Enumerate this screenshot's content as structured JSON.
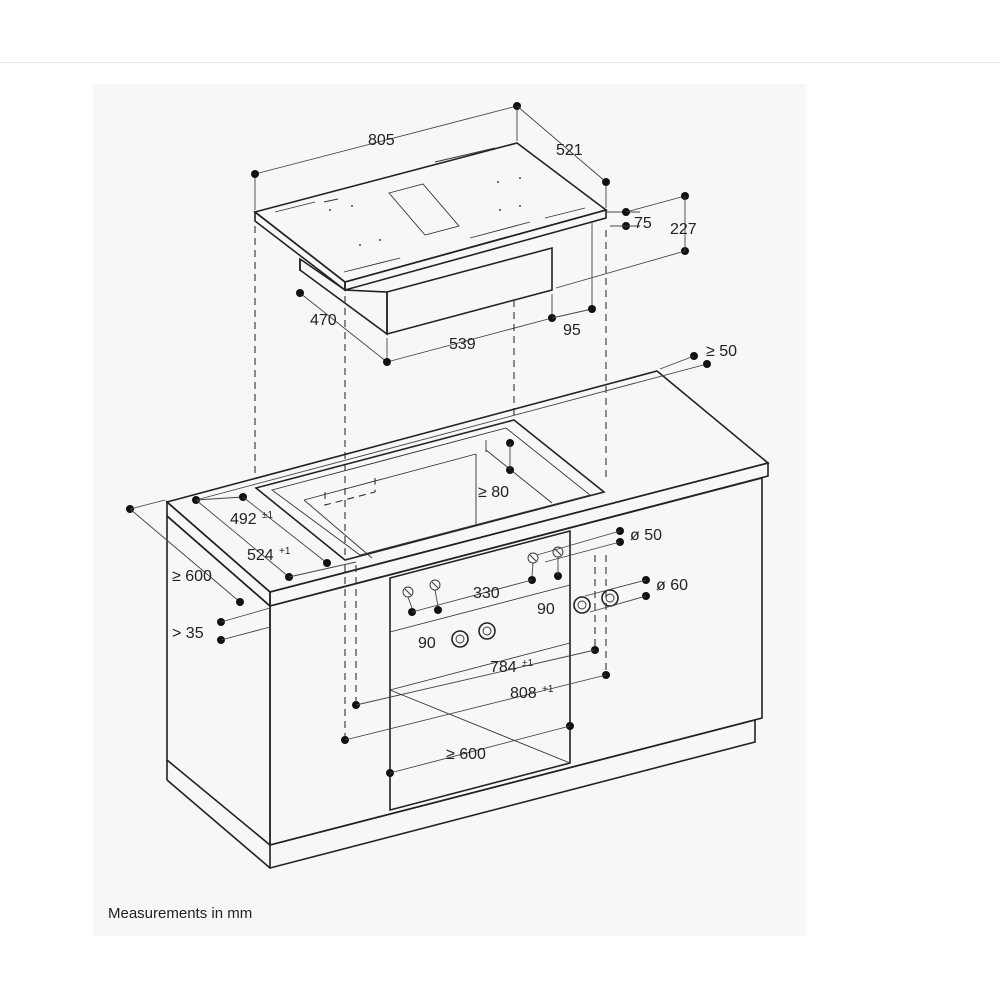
{
  "caption": "Measurements in mm",
  "dimensions": {
    "hob_width": "805",
    "hob_depth": "521",
    "hob_thickness": "75",
    "overall_height": "227",
    "housing_depth": "470",
    "housing_width": "539",
    "housing_offset": "95",
    "rear_clearance": "≥ 50",
    "side_clearance": "≥ 80",
    "cutout_depth": "492",
    "cutout_depth_tol": "±1",
    "cutout_depth_outer": "524",
    "cutout_depth_outer_tol": "+1",
    "worktop_depth": "≥ 600",
    "worktop_thickness": "> 35",
    "hole_diameter_top": "ø 50",
    "hole_spacing": "330",
    "hole_offset_right": "90",
    "hole_diameter_right": "ø 60",
    "hole_offset_left": "90",
    "inner_width": "784",
    "inner_width_tol": "±1",
    "outer_width": "808",
    "outer_width_tol": "+1",
    "cabinet_width": "≥ 600"
  },
  "colors": {
    "line": "#222222",
    "panel": "#f7f7f7",
    "background": "#ffffff"
  }
}
